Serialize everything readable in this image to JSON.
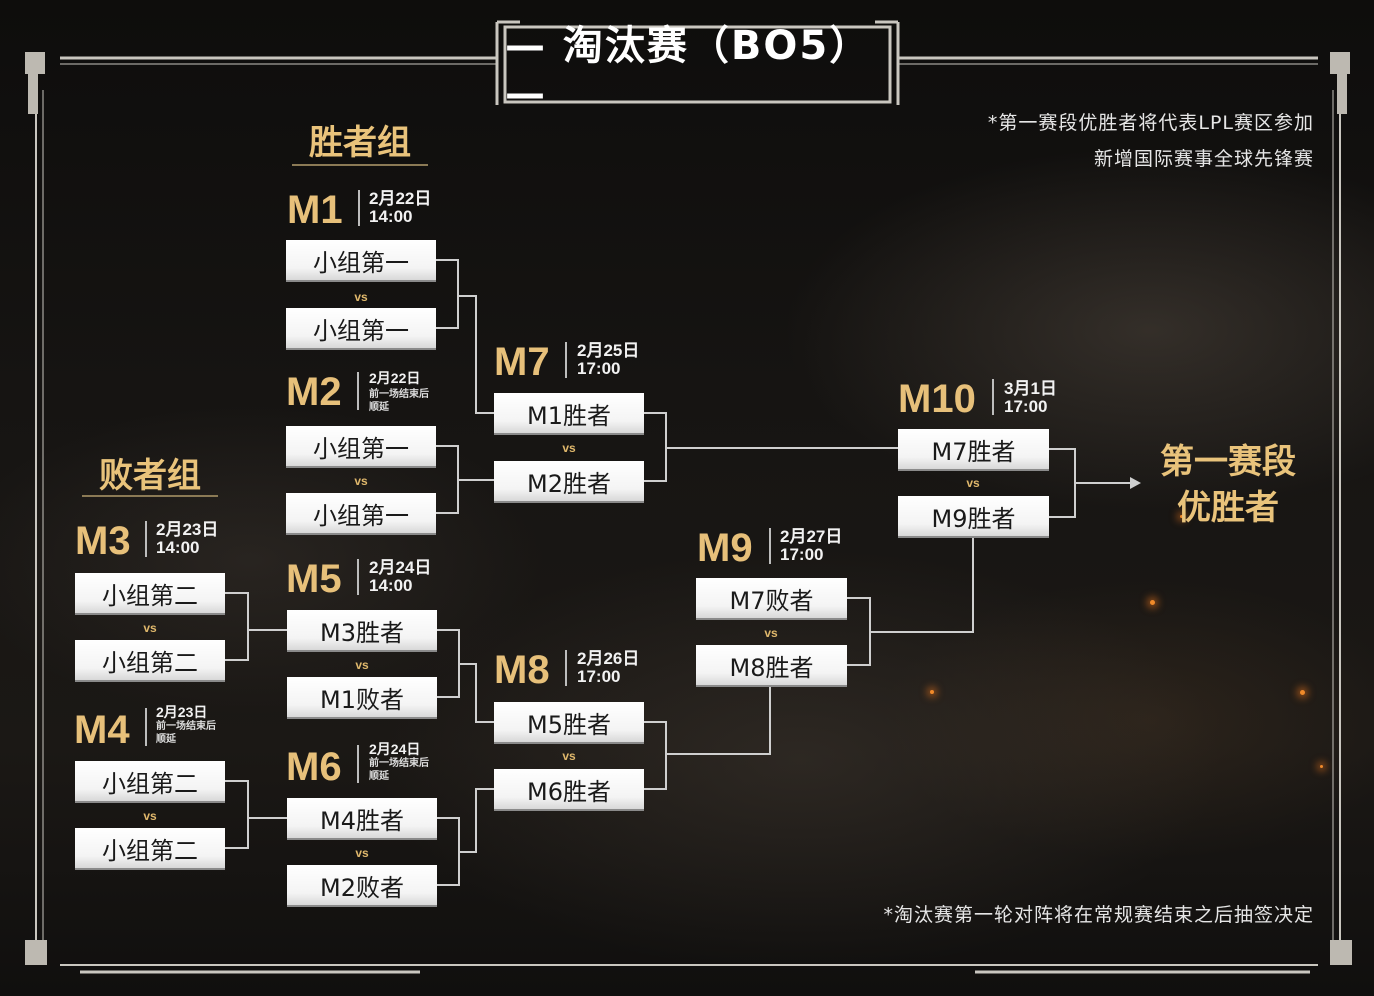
{
  "title": "— 淘汰赛（BO5）—",
  "notes": {
    "top_line1": "*第一赛段优胜者将代表LPL赛区参加",
    "top_line2": "新增国际赛事全球先锋赛",
    "bottom": "*淘汰赛第一轮对阵将在常规赛结束之后抽签决定"
  },
  "groups": {
    "winners": "胜者组",
    "losers": "败者组"
  },
  "champion": {
    "line1": "第一赛段",
    "line2": "优胜者"
  },
  "vs": "vs",
  "matches": {
    "M1": {
      "label": "M1",
      "date": "2月22日\n14:00",
      "sub": "",
      "team_a": "小组第一",
      "team_b": "小组第一"
    },
    "M2": {
      "label": "M2",
      "date": "2月22日",
      "sub": "前一场结束后\n顺延",
      "team_a": "小组第一",
      "team_b": "小组第一"
    },
    "M3": {
      "label": "M3",
      "date": "2月23日\n14:00",
      "sub": "",
      "team_a": "小组第二",
      "team_b": "小组第二"
    },
    "M4": {
      "label": "M4",
      "date": "2月23日",
      "sub": "前一场结束后\n顺延",
      "team_a": "小组第二",
      "team_b": "小组第二"
    },
    "M5": {
      "label": "M5",
      "date": "2月24日\n14:00",
      "sub": "",
      "team_a": "M3胜者",
      "team_b": "M1败者"
    },
    "M6": {
      "label": "M6",
      "date": "2月24日",
      "sub": "前一场结束后\n顺延",
      "team_a": "M4胜者",
      "team_b": "M2败者"
    },
    "M7": {
      "label": "M7",
      "date": "2月25日\n17:00",
      "sub": "",
      "team_a": "M1胜者",
      "team_b": "M2胜者"
    },
    "M8": {
      "label": "M8",
      "date": "2月26日\n17:00",
      "sub": "",
      "team_a": "M5胜者",
      "team_b": "M6胜者"
    },
    "M9": {
      "label": "M9",
      "date": "2月27日\n17:00",
      "sub": "",
      "team_a": "M7败者",
      "team_b": "M8胜者"
    },
    "M10": {
      "label": "M10",
      "date": "3月1日\n17:00",
      "sub": "",
      "team_a": "M7胜者",
      "team_b": "M9胜者"
    }
  },
  "colors": {
    "accent_gold": "#e9c37b",
    "slot_bg": "#ffffff",
    "line": "#cfcfcf",
    "background": "#141210"
  }
}
